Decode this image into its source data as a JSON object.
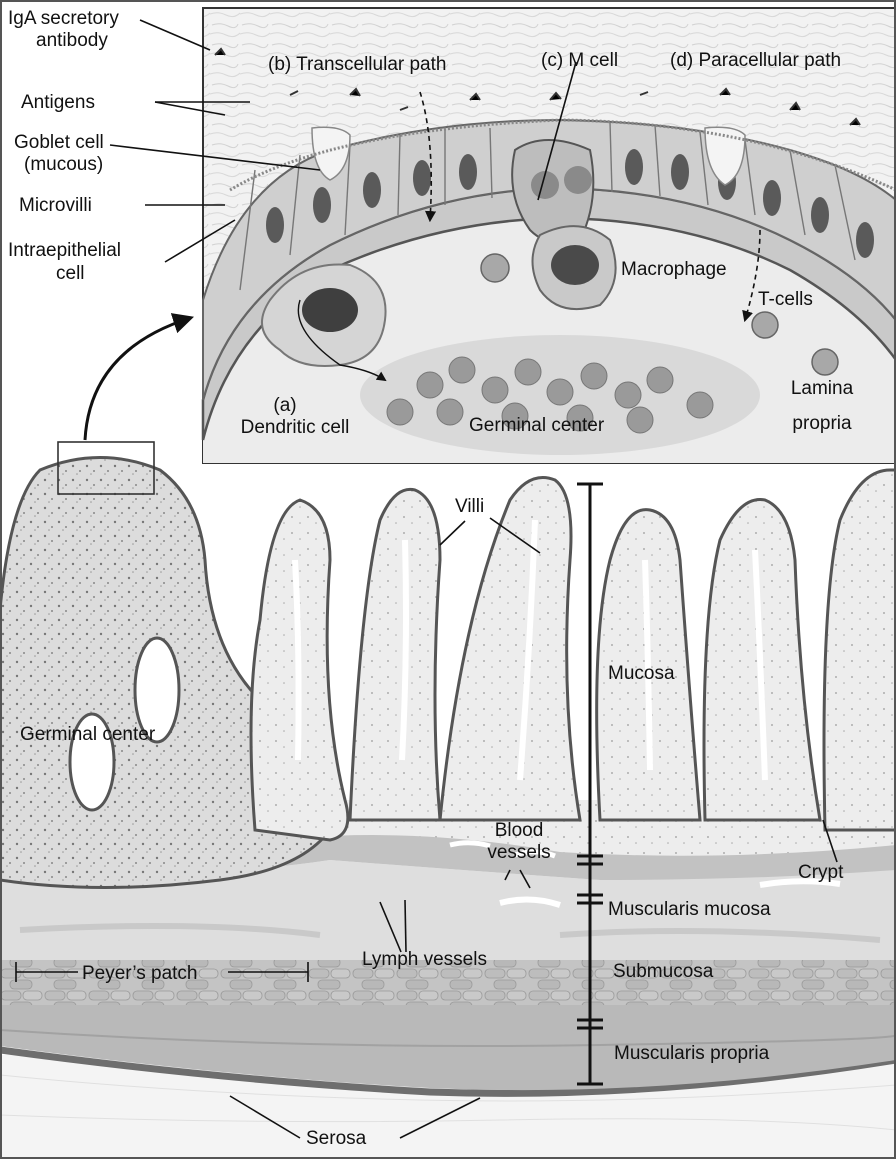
{
  "labels": {
    "iga_line1": "IgA secretory",
    "iga_line2": "antibody",
    "transcellular": "(b) Transcellular path",
    "mcell": "(c) M cell",
    "paracellular": "(d) Paracellular path",
    "antigens": "Antigens",
    "goblet_line1": "Goblet cell",
    "goblet_line2": "(mucous)",
    "microvilli": "Microvilli",
    "intra_line1": "Intraepithelial",
    "intra_line2": "cell",
    "macrophage": "Macrophage",
    "tcells": "T-cells",
    "dendritic_line1": "(a)",
    "dendritic_line2": "Dendritic cell",
    "germinal_inset": "Germinal center",
    "lamina_line1": "Lamina",
    "lamina_line2": "propria",
    "villi": "Villi",
    "mucosa": "Mucosa",
    "germinal_main": "Germinal center",
    "blood_line1": "Blood",
    "blood_line2": "vessels",
    "crypt": "Crypt",
    "muscularis_mucosa": "Muscularis mucosa",
    "lymph": "Lymph vessels",
    "submucosa": "Submucosa",
    "peyers": "Peyer’s patch",
    "muscularis_propria": "Muscularis propria",
    "serosa": "Serosa"
  },
  "colors": {
    "epithelium": "#c9c9c9",
    "nucleus": "#5a5a5a",
    "lamina": "#eeeeee",
    "muscle": "#b5b5b5",
    "serosa": "#6e6e6e"
  }
}
